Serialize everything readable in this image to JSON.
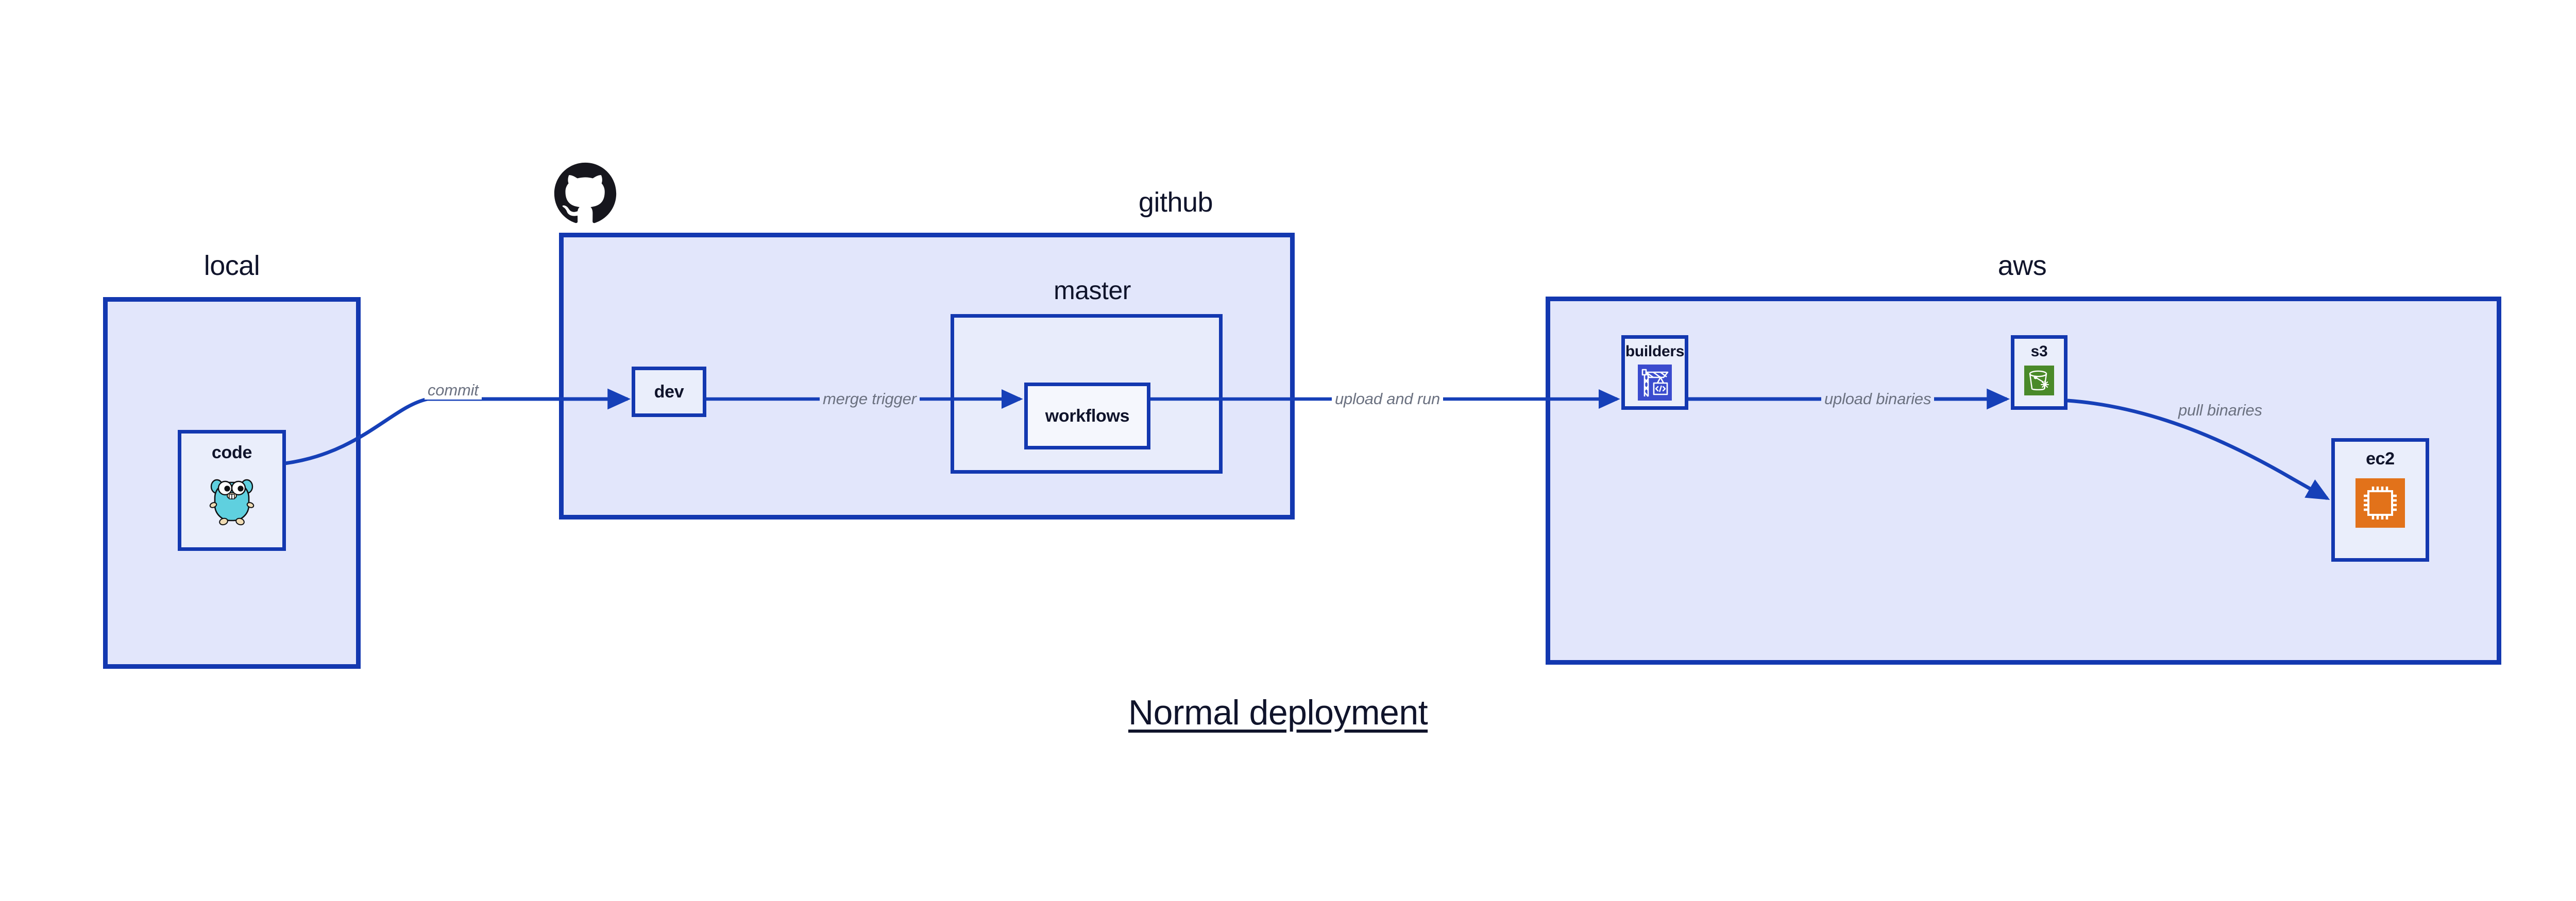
{
  "title": "Normal deployment",
  "colors": {
    "group_fill": "#e2e6fb",
    "group_inner_fill": "#e8ecfb",
    "node_fill": "#eaeefb",
    "node_white_fill": "#f5f7fd",
    "border": "#1338b0",
    "edge": "#1640b8",
    "edge_label": "#6b7180",
    "text": "#10142b",
    "builders_icon": "#3b4cce",
    "s3_icon": "#4a8a29",
    "ec2_icon": "#e2721a",
    "octocat": "#16161d",
    "gopher_body": "#5fd0df"
  },
  "groups": [
    {
      "id": "local",
      "label": "local"
    },
    {
      "id": "github",
      "label": "github"
    },
    {
      "id": "master",
      "label": "master"
    },
    {
      "id": "aws",
      "label": "aws"
    }
  ],
  "nodes": [
    {
      "id": "code",
      "label": "code",
      "icon": "go-gopher-icon"
    },
    {
      "id": "dev",
      "label": "dev",
      "icon": ""
    },
    {
      "id": "workflows",
      "label": "workflows",
      "icon": ""
    },
    {
      "id": "builders",
      "label": "builders",
      "icon": "crane-code-icon"
    },
    {
      "id": "s3",
      "label": "s3",
      "icon": "s3-bucket-icon"
    },
    {
      "id": "ec2",
      "label": "ec2",
      "icon": "cpu-chip-icon"
    }
  ],
  "edges": [
    {
      "id": "commit",
      "label": "commit",
      "from": "code",
      "to": "dev"
    },
    {
      "id": "merge-trigger",
      "label": "merge trigger",
      "from": "dev",
      "to": "workflows"
    },
    {
      "id": "upload-and-run",
      "label": "upload and run",
      "from": "workflows",
      "to": "builders"
    },
    {
      "id": "upload-binaries",
      "label": "upload binaries",
      "from": "builders",
      "to": "s3"
    },
    {
      "id": "pull-binaries",
      "label": "pull binaries",
      "from": "s3",
      "to": "ec2"
    }
  ]
}
